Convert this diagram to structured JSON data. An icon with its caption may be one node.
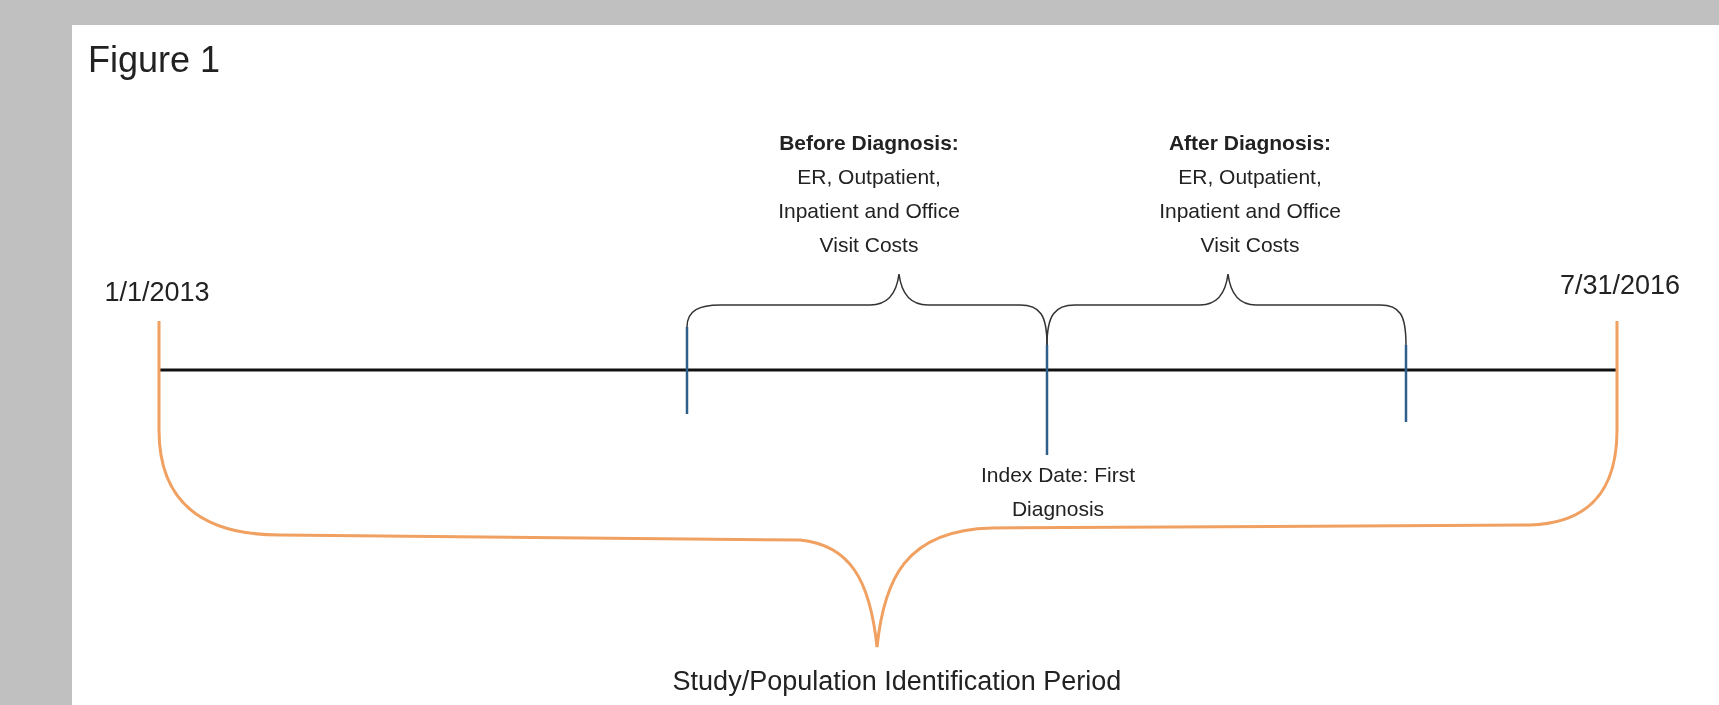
{
  "diagram": {
    "title": "Figure 1",
    "labels": [
      "Before Diagnosis:",
      "ER, Outpatient, Inpatient and Office Visit Costs",
      "After Diagnosis:",
      "ER, Outpatient, Inpatient and Office Visit Costs",
      "1/1/2013",
      "7/31/2016",
      "Index Date: First Diagnosis",
      "Study/Population Identification Period"
    ]
  }
}
